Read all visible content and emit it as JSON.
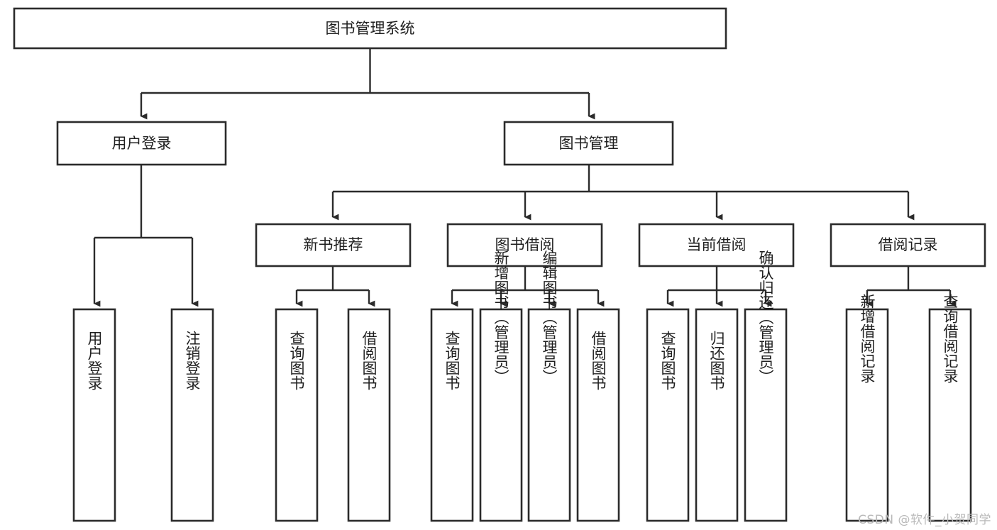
{
  "diagram": {
    "type": "hierarchy-tree",
    "title": "图书管理系统",
    "root": {
      "label": "图书管理系统"
    },
    "level2": [
      {
        "label": "用户登录"
      },
      {
        "label": "图书管理"
      }
    ],
    "level3": [
      {
        "label": "新书推荐"
      },
      {
        "label": "图书借阅"
      },
      {
        "label": "当前借阅"
      },
      {
        "label": "借阅记录"
      }
    ],
    "leaves": {
      "user_login": [
        {
          "label": "用户登录"
        },
        {
          "label": "注销登录"
        }
      ],
      "new_book_recommend": [
        {
          "label": "查询图书"
        },
        {
          "label": "借阅图书"
        }
      ],
      "book_borrow": [
        {
          "label": "查询图书"
        },
        {
          "label": "新增图书（管理员）"
        },
        {
          "label": "编辑图书（管理员）"
        },
        {
          "label": "借阅图书"
        }
      ],
      "current_borrow": [
        {
          "label": "查询图书"
        },
        {
          "label": "归还图书"
        },
        {
          "label": "确认归还（管理员）"
        }
      ],
      "borrow_record": [
        {
          "label": "新增借阅记录"
        },
        {
          "label": "查询借阅记录"
        }
      ]
    }
  },
  "watermark": {
    "text": "CSDN @软件_小贺同学"
  },
  "colors": {
    "stroke": "#2b2b2b",
    "box_fill": "#ffffff",
    "text": "#1f1f1f",
    "watermark": "#b9b9b9",
    "background": "#ffffff"
  }
}
